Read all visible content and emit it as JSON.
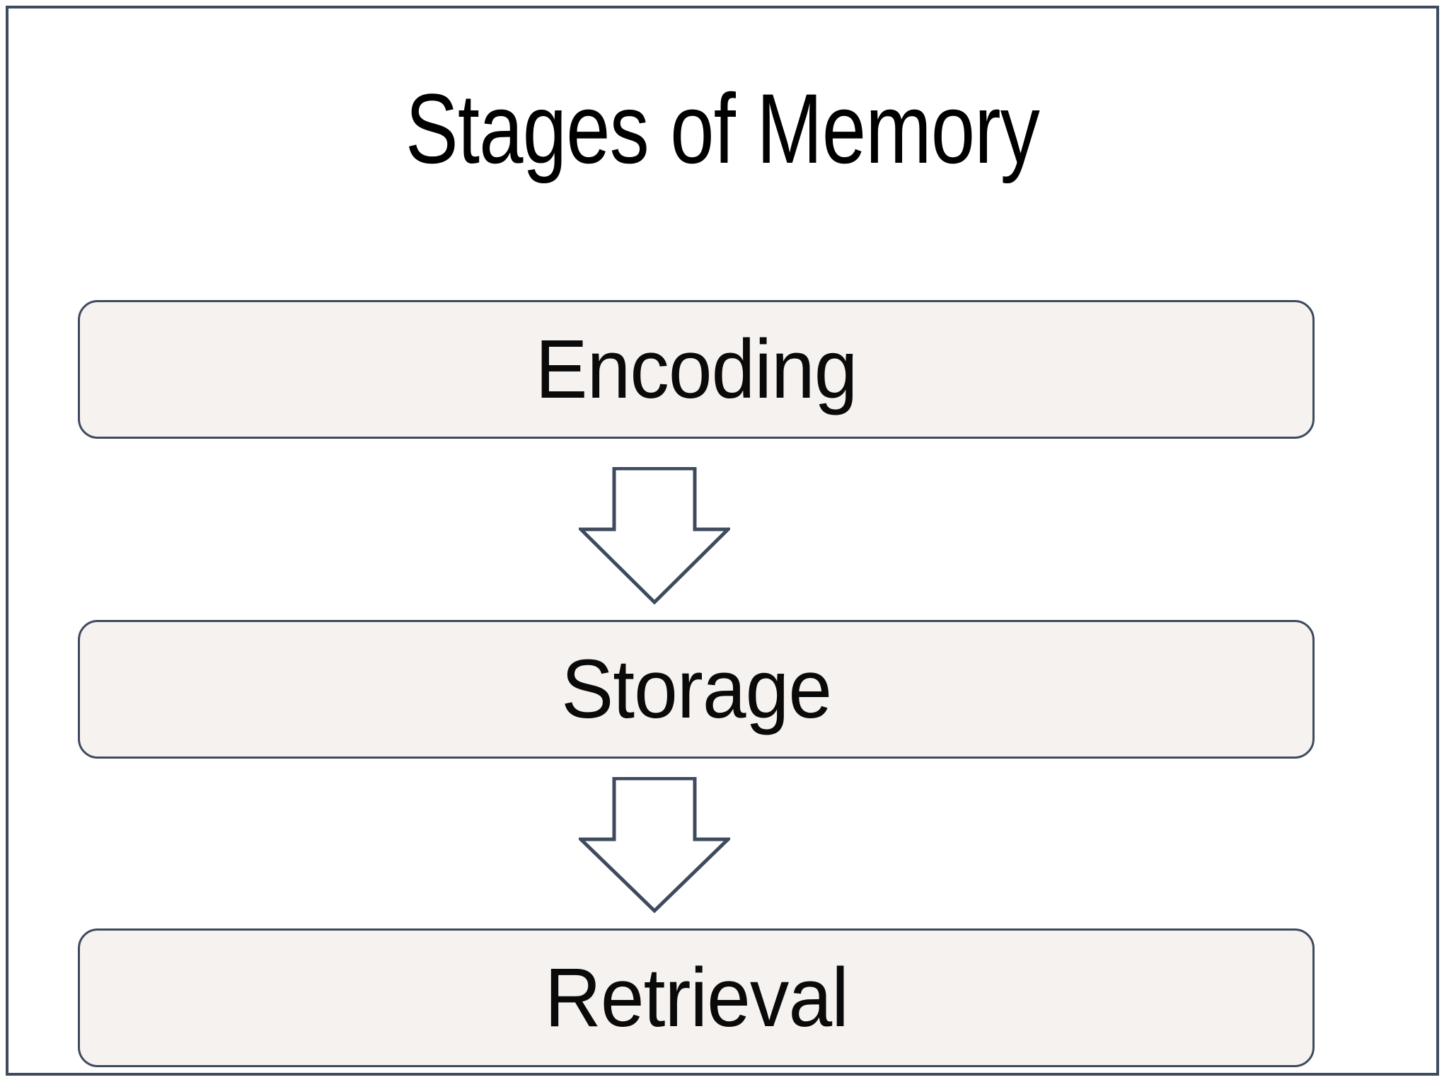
{
  "slide": {
    "title": "Stages of Memory",
    "background_color": "#ffffff",
    "frame_border_color": "#3e4a5e"
  },
  "diagram": {
    "type": "vertical-flow",
    "orientation": "top-to-bottom",
    "box_fill_color": "#f6f2ef",
    "box_border_color": "#3e4a5e",
    "arrow_outline_color": "#3e4a5e",
    "arrow_fill_color": "#ffffff",
    "text_color": "#000000",
    "stages": [
      {
        "label": "Encoding"
      },
      {
        "label": "Storage"
      },
      {
        "label": "Retrieval"
      }
    ],
    "connectors": [
      {
        "name": "arrow-encoding-to-storage",
        "glyph": "down-arrow"
      },
      {
        "name": "arrow-storage-to-retrieval",
        "glyph": "down-arrow"
      }
    ]
  }
}
